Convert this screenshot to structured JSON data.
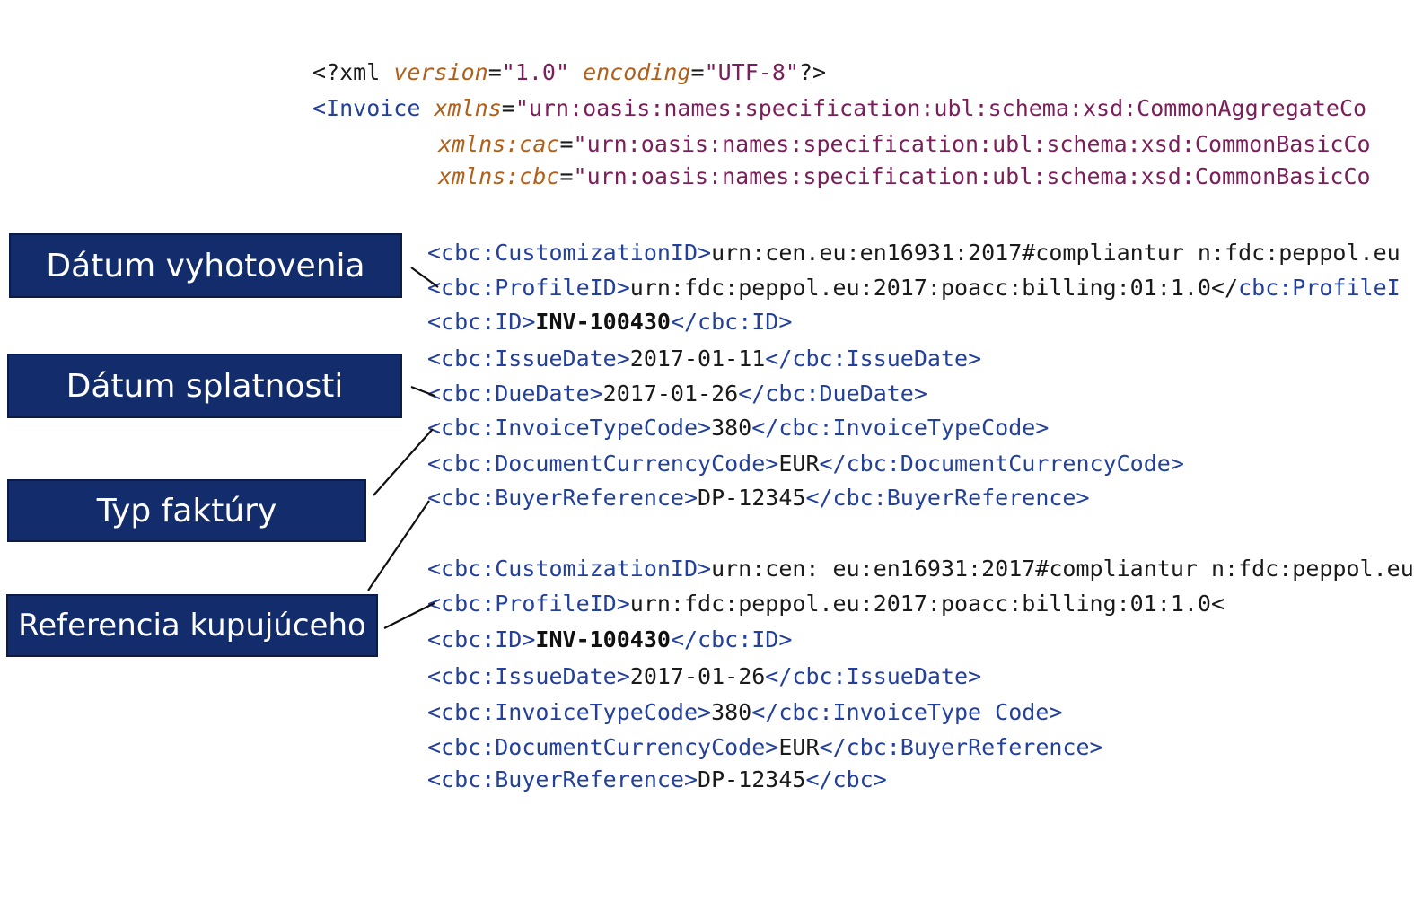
{
  "header": {
    "decl_open": "<?xml",
    "decl_version_attr": "version",
    "decl_version_val": "\"1.0\"",
    "decl_encoding_attr": "encoding",
    "decl_encoding_val": "\"UTF-8\"",
    "decl_close": "?>",
    "root_tag": "<Invoice",
    "ns_attr": "xmlns",
    "ns_val": "\"urn:oasis:names:specification:ubl:schema:xsd:CommonAggregateCo",
    "cac_attr": "xmlns:cac",
    "cac_val": "\"urn:oasis:names:specification:ubl:schema:xsd:CommonBasicCo",
    "cbc_attr": "xmlns:cbc",
    "cbc_val": "\"urn:oasis:names:specification:ubl:schema:xsd:CommonBasicCo"
  },
  "callouts": [
    {
      "label": "Dátum vyhotovenia"
    },
    {
      "label": "Dátum splatnosti"
    },
    {
      "label": "Typ faktúry"
    },
    {
      "label": "Referencia kupujúceho"
    }
  ],
  "block1": [
    {
      "open": "<cbc:CustomizationID>",
      "value": "urn:cen.eu:en16931:2017#compliantur n:fdc:peppol.eu",
      "close": ""
    },
    {
      "open": "<cbc:ProfileID>",
      "value": "urn:fdc:peppol.eu:2017:poacc:billing:01:1.0</",
      "close": "cbc:ProfileI"
    },
    {
      "open": "<cbc:ID>",
      "value": "INV-100430",
      "close": "</cbc:ID>"
    },
    {
      "open": "<cbc:IssueDate>",
      "value": "2017-01-11",
      "close": "</cbc:IssueDate>"
    },
    {
      "open": "<cbc:DueDate>",
      "value": "2017-01-26",
      "close": "</cbc:DueDate>"
    },
    {
      "open": "<cbc:InvoiceTypeCode>",
      "value": "380",
      "close": "</cbc:InvoiceTypeCode>"
    },
    {
      "open": "<cbc:DocumentCurrencyCode>",
      "value": "EUR",
      "close": "</cbc:DocumentCurrencyCode>"
    },
    {
      "open": "<cbc:BuyerReference>",
      "value": "DP-12345",
      "close": "</cbc:BuyerReference>"
    }
  ],
  "block2": [
    {
      "open": "<cbc:CustomizationID>",
      "value": "urn:cen: eu:en16931:2017#compliantur n:fdc:peppol.eu",
      "close": ""
    },
    {
      "open": "<cbc:ProfileID>",
      "value": "urn:fdc:peppol.eu:2017:poacc:billing:01:1.0<",
      "close": ""
    },
    {
      "open": "<cbc:ID>",
      "value": "INV-100430",
      "close": "</cbc:ID>"
    },
    {
      "open": "<cbc:IssueDate>",
      "value": "2017-01-26",
      "close": "</cbc:IssueDate>"
    },
    {
      "open": "<cbc:InvoiceTypeCode>",
      "value": "380",
      "close": "</cbc:InvoiceType Code>"
    },
    {
      "open": "<cbc:DocumentCurrencyCode>",
      "value": "EUR",
      "close": "</cbc:BuyerReference>"
    },
    {
      "open": "<cbc:BuyerReference>",
      "value": "DP-12345",
      "close": "</cbc>"
    }
  ]
}
